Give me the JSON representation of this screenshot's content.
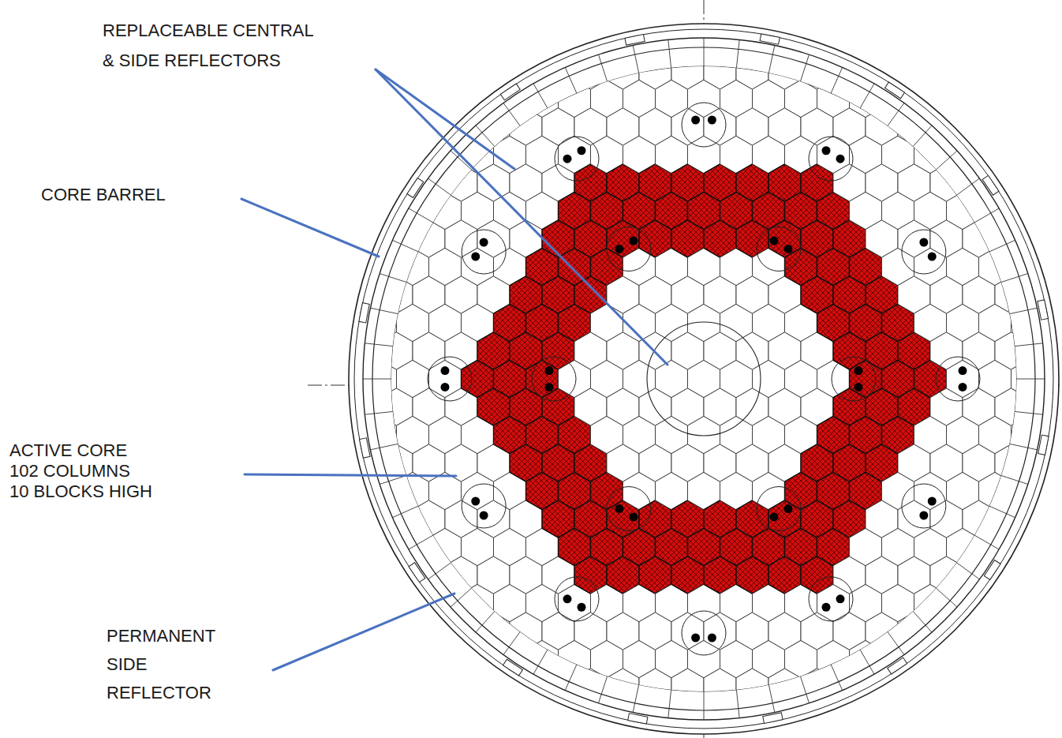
{
  "diagram": {
    "labels": [
      "REPLACEABLE CENTRAL & SIDE REFLECTORS",
      "CORE BARREL",
      "ACTIVE CORE 102 COLUMNS 10 BLOCKS HIGH",
      "PERMANENT SIDE REFLECTOR"
    ]
  }
}
